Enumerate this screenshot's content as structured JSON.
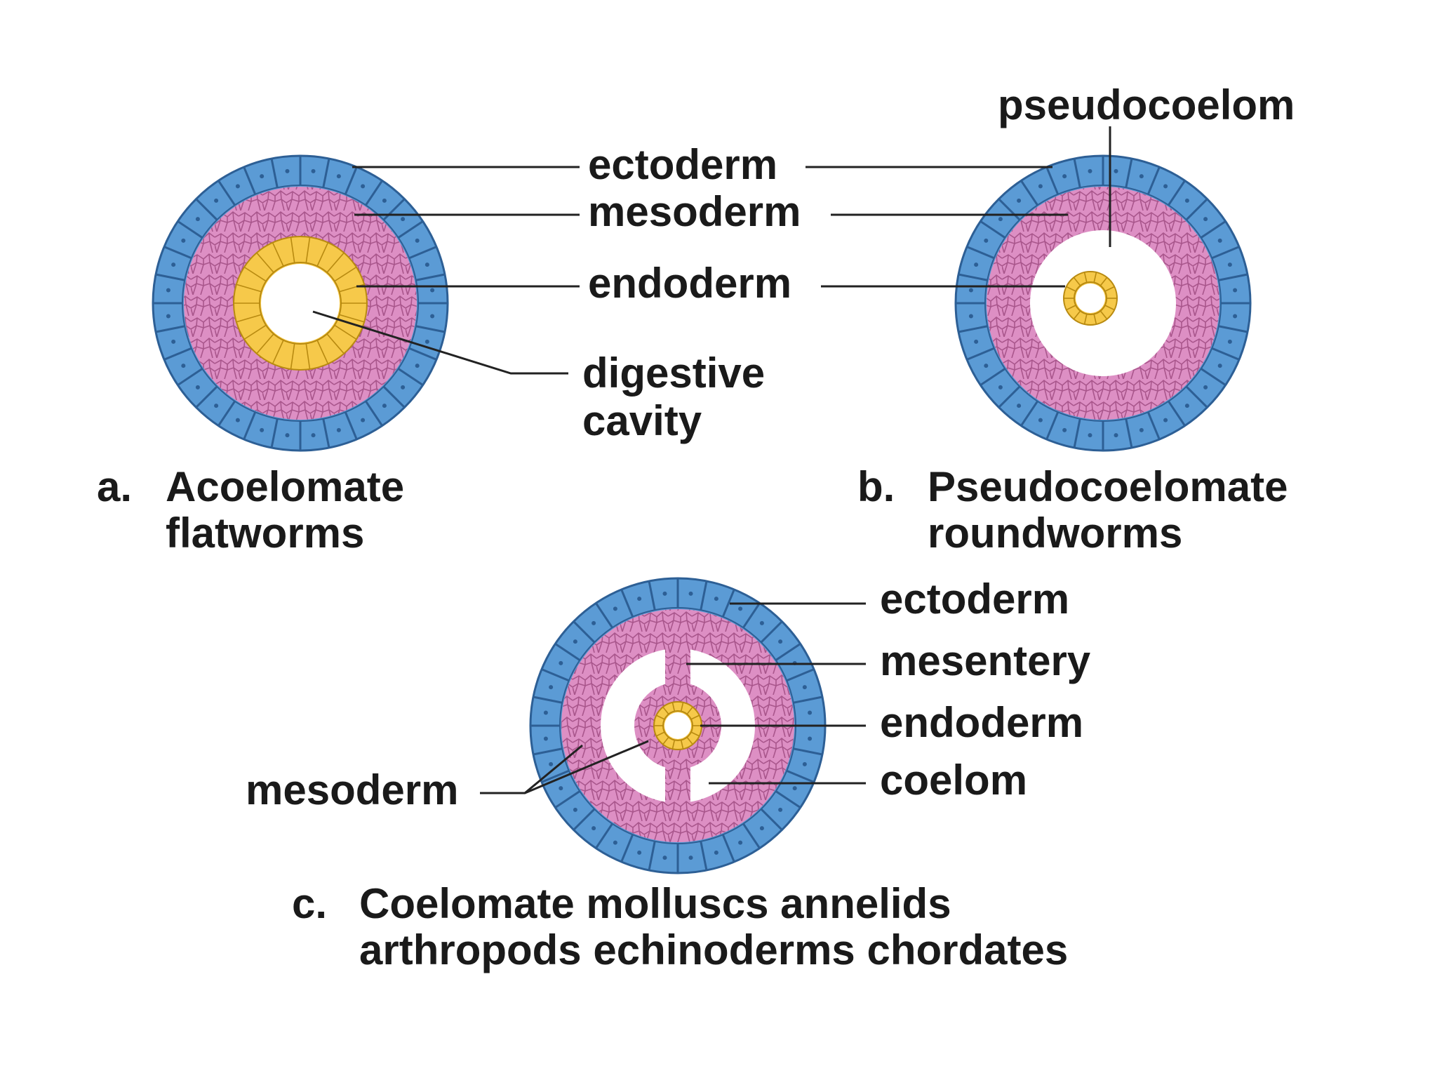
{
  "colors": {
    "ectoderm": "#5b9bd5",
    "ectoderm_edge": "#2d5f95",
    "mesoderm": "#dd8fc4",
    "mesoderm_cell_edge": "#a9568c",
    "endoderm": "#f6c94a",
    "endoderm_edge": "#b88a10",
    "cavity": "#ffffff",
    "leader_line": "#222222",
    "text": "#1a1a1a"
  },
  "panel_a": {
    "letter": "a.",
    "title_line1": "Acoelomate",
    "title_line2": "flatworms",
    "labels": {
      "ectoderm": "ectoderm",
      "mesoderm": "mesoderm",
      "endoderm": "endoderm",
      "digestive_line1": "digestive",
      "digestive_line2": "cavity"
    }
  },
  "panel_b": {
    "letter": "b.",
    "title_line1": "Pseudocoelomate",
    "title_line2": "roundworms",
    "labels": {
      "pseudocoelom": "pseudocoelom"
    }
  },
  "panel_c": {
    "letter": "c.",
    "title_line1": "Coelomate molluscs annelids",
    "title_line2": "arthropods echinoderms chordates",
    "labels": {
      "ectoderm": "ectoderm",
      "mesentery": "mesentery",
      "endoderm": "endoderm",
      "coelom": "coelom",
      "mesoderm": "mesoderm"
    }
  }
}
